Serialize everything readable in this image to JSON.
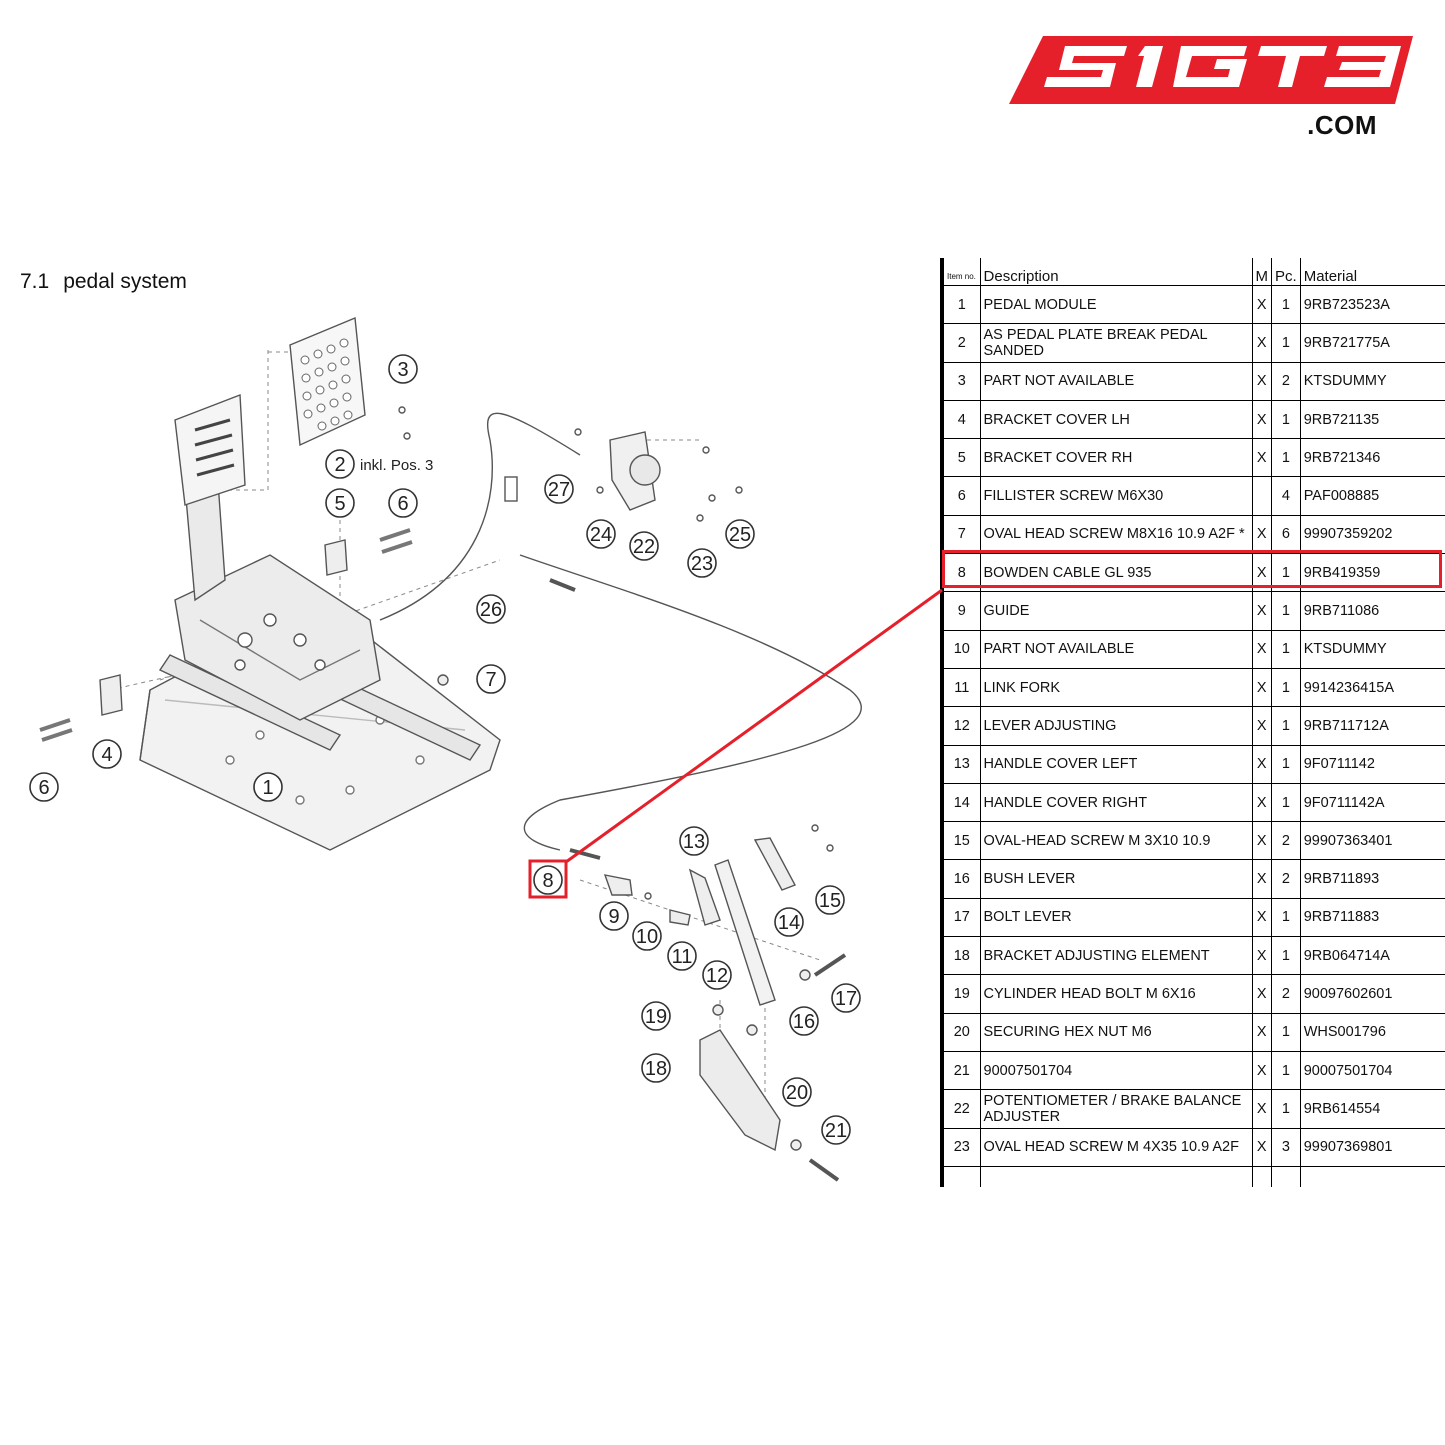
{
  "logo": {
    "text": "SIGT3",
    "domain": ".COM",
    "color": "#e5202b"
  },
  "section": {
    "number": "7.1",
    "title": "pedal system"
  },
  "table": {
    "headers": {
      "item_no": "Item no.",
      "description": "Description",
      "m": "M",
      "pc": "Pc.",
      "material": "Material"
    },
    "rows": [
      {
        "no": "1",
        "desc": "PEDAL MODULE",
        "m": "X",
        "pc": "1",
        "mat": "9RB723523A"
      },
      {
        "no": "2",
        "desc": "AS PEDAL PLATE BREAK PEDAL SANDED",
        "m": "X",
        "pc": "1",
        "mat": "9RB721775A"
      },
      {
        "no": "3",
        "desc": "PART NOT AVAILABLE",
        "m": "X",
        "pc": "2",
        "mat": "KTSDUMMY"
      },
      {
        "no": "4",
        "desc": "BRACKET COVER LH",
        "m": "X",
        "pc": "1",
        "mat": "9RB721135"
      },
      {
        "no": "5",
        "desc": "BRACKET COVER RH",
        "m": "X",
        "pc": "1",
        "mat": "9RB721346"
      },
      {
        "no": "6",
        "desc": "FILLISTER SCREW M6X30",
        "m": "",
        "pc": "4",
        "mat": "PAF008885"
      },
      {
        "no": "7",
        "desc": "OVAL HEAD SCREW M8X16 10.9 A2F *",
        "m": "X",
        "pc": "6",
        "mat": "99907359202"
      },
      {
        "no": "8",
        "desc": "BOWDEN CABLE GL 935",
        "m": "X",
        "pc": "1",
        "mat": "9RB419359"
      },
      {
        "no": "9",
        "desc": "GUIDE",
        "m": "X",
        "pc": "1",
        "mat": "9RB711086"
      },
      {
        "no": "10",
        "desc": "PART NOT AVAILABLE",
        "m": "X",
        "pc": "1",
        "mat": "KTSDUMMY"
      },
      {
        "no": "11",
        "desc": "LINK FORK",
        "m": "X",
        "pc": "1",
        "mat": "9914236415A"
      },
      {
        "no": "12",
        "desc": "LEVER ADJUSTING",
        "m": "X",
        "pc": "1",
        "mat": "9RB711712A"
      },
      {
        "no": "13",
        "desc": "HANDLE COVER LEFT",
        "m": "X",
        "pc": "1",
        "mat": "9F0711142"
      },
      {
        "no": "14",
        "desc": "HANDLE COVER RIGHT",
        "m": "X",
        "pc": "1",
        "mat": "9F0711142A"
      },
      {
        "no": "15",
        "desc": "OVAL-HEAD SCREW M 3X10 10.9",
        "m": "X",
        "pc": "2",
        "mat": "99907363401"
      },
      {
        "no": "16",
        "desc": "BUSH LEVER",
        "m": "X",
        "pc": "2",
        "mat": "9RB711893"
      },
      {
        "no": "17",
        "desc": "BOLT LEVER",
        "m": "X",
        "pc": "1",
        "mat": "9RB711883"
      },
      {
        "no": "18",
        "desc": "BRACKET ADJUSTING ELEMENT",
        "m": "X",
        "pc": "1",
        "mat": "9RB064714A"
      },
      {
        "no": "19",
        "desc": "CYLINDER HEAD BOLT M 6X16",
        "m": "X",
        "pc": "2",
        "mat": "90097602601"
      },
      {
        "no": "20",
        "desc": "SECURING HEX NUT M6",
        "m": "X",
        "pc": "1",
        "mat": "WHS001796"
      },
      {
        "no": "21",
        "desc": "90007501704",
        "m": "X",
        "pc": "1",
        "mat": "90007501704"
      },
      {
        "no": "22",
        "desc": "POTENTIOMETER / BRAKE BALANCE ADJUSTER",
        "m": "X",
        "pc": "1",
        "mat": "9RB614554"
      },
      {
        "no": "23",
        "desc": "OVAL HEAD SCREW M 4X35 10.9 A2F",
        "m": "X",
        "pc": "3",
        "mat": "99907369801"
      }
    ],
    "highlighted_item": "8",
    "highlight_color": "#e5202b"
  },
  "diagram": {
    "callouts": [
      "1",
      "2",
      "3",
      "4",
      "5",
      "6",
      "6",
      "7",
      "8",
      "9",
      "10",
      "11",
      "12",
      "13",
      "14",
      "15",
      "16",
      "17",
      "18",
      "19",
      "20",
      "21",
      "22",
      "23",
      "24",
      "25",
      "26",
      "27"
    ],
    "note_2": "inkl. Pos. 3",
    "highlighted_callout": "8"
  }
}
